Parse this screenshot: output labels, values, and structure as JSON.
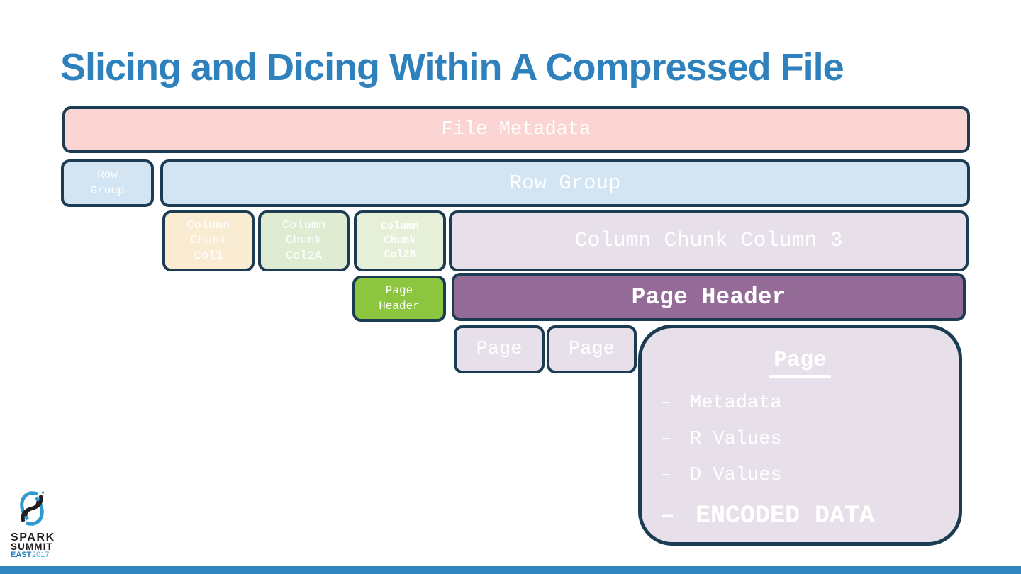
{
  "title": {
    "text": "Slicing and Dicing Within A Compressed File",
    "color": "#2e81bd"
  },
  "diagram": {
    "file_metadata": "File Metadata",
    "row_group_small": "Row\nGroup",
    "row_group_wide": "Row Group",
    "column_chunk_col1": "Column\nChunk\nCol1",
    "column_chunk_col2a": "Column\nChunk\nCol2A",
    "column_chunk_col2b": "Column\nChunk\nCol2B",
    "column_chunk_col3": "Column Chunk Column 3",
    "page_header_small": "Page\nHeader",
    "page_header_wide": "Page Header",
    "page_small_1": "Page",
    "page_small_2": "Page",
    "page_detail": {
      "title": "Page",
      "items": [
        {
          "bullet": "–",
          "text": "Metadata"
        },
        {
          "bullet": "–",
          "text": "R Values"
        },
        {
          "bullet": "–",
          "text": "D Values"
        }
      ],
      "emphasized": {
        "bullet": "–",
        "text": "ENCODED DATA"
      }
    }
  },
  "colors": {
    "border": "#1c3c53",
    "file_metadata_pink": "#fbd5d3",
    "row_group_blue": "#d3e5f2",
    "col1_cream": "#faecd2",
    "col2_green": "#e0ecd2",
    "col2b_green": "#e6f0d8",
    "lavender": "#e7e0ea",
    "page_header_green": "#8cc63f",
    "page_header_purple": "#946a96",
    "footer_bar_blue": "#2f86be",
    "title_blue": "#2e81bd"
  },
  "logo": {
    "line1": "SPARK",
    "line2": "SUMMIT",
    "east": "EAST",
    "year": "2017"
  }
}
